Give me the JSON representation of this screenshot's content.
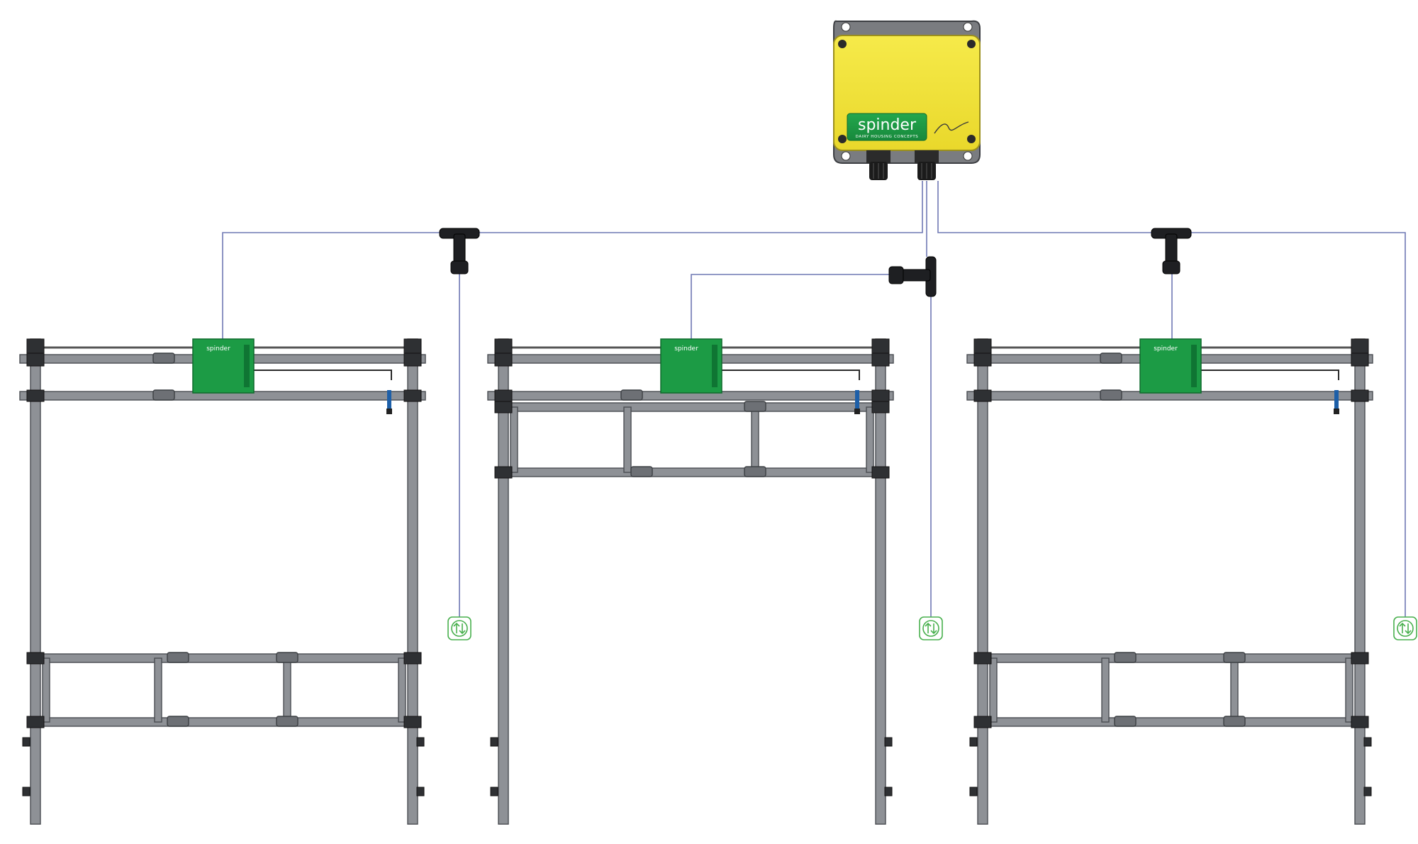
{
  "controller": {
    "brand": "spinder",
    "tagline": "DAIRY HOUSING CONCEPTS",
    "body_color": "#f3e43a",
    "label_color": "#1c9b45"
  },
  "modules": [
    {
      "brand": "spinder"
    },
    {
      "brand": "spinder"
    },
    {
      "brand": "spinder"
    }
  ],
  "sensors": [
    {
      "icon": "up-down-arrows-icon"
    },
    {
      "icon": "up-down-arrows-icon"
    },
    {
      "icon": "up-down-arrows-icon"
    }
  ],
  "colors": {
    "wire": "#6f78b4",
    "frame": "#8e9196",
    "sensor_outline": "#49b04e"
  }
}
